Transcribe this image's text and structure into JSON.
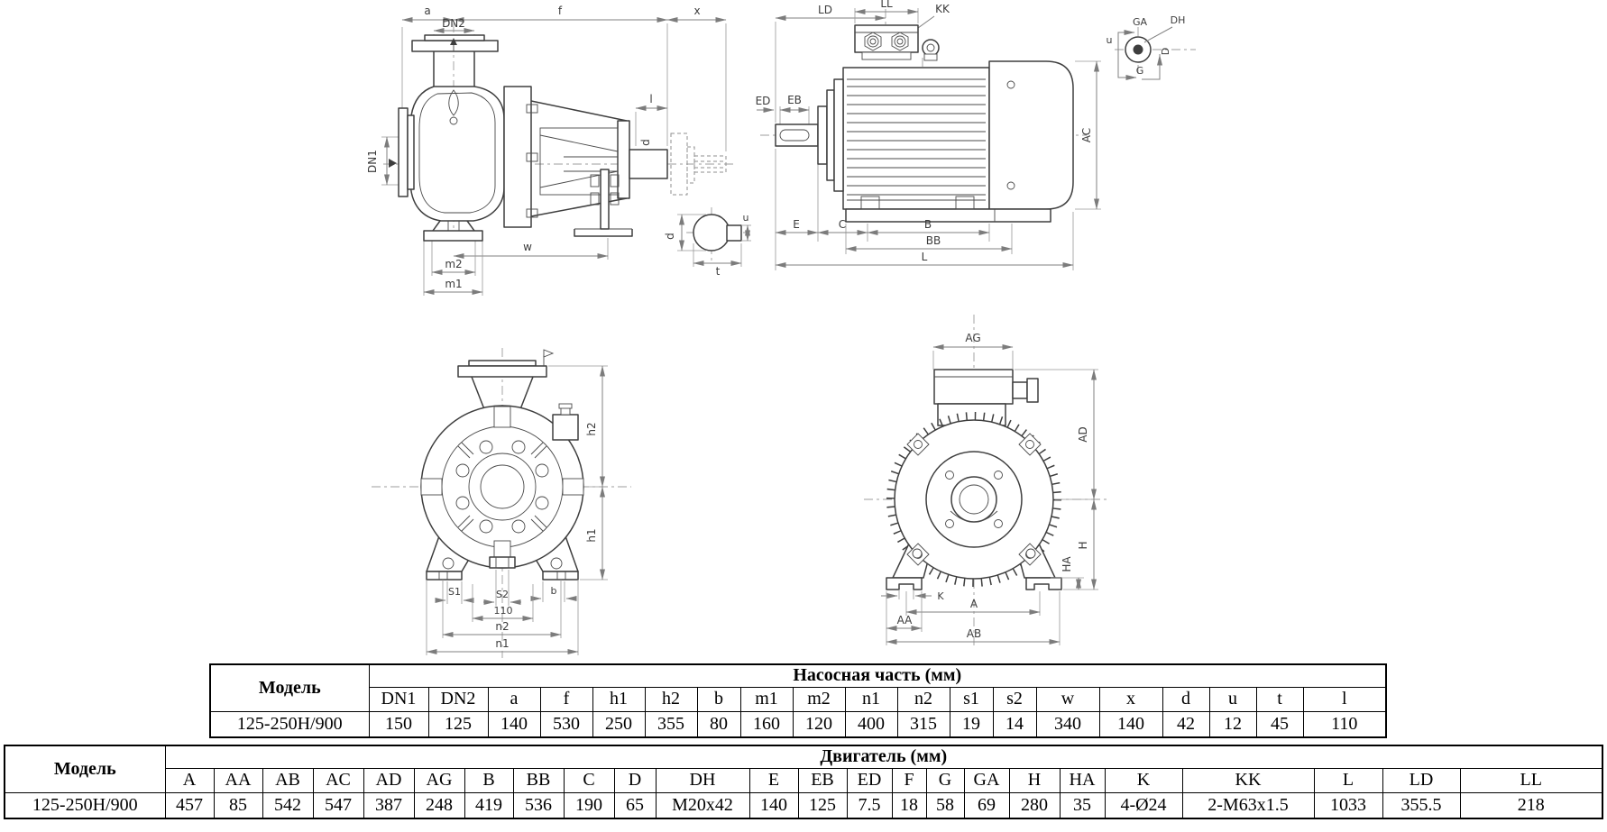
{
  "drawings": {
    "pump_side": {
      "a": "a",
      "dn2": "DN2",
      "f": "f",
      "x": "x",
      "l": "l",
      "d": "d",
      "dn1": "DN1",
      "w": "w",
      "m2": "m2",
      "m1": "m1"
    },
    "shaft_section": {
      "d": "d",
      "u": "u",
      "t": "t"
    },
    "motor_side": {
      "ld": "LD",
      "ll": "LL",
      "kk": "KK",
      "ed": "ED",
      "eb": "EB",
      "e": "E",
      "c": "C",
      "b": "B",
      "bb": "BB",
      "l": "L",
      "ac": "AC"
    },
    "shaft_end": {
      "ga": "GA",
      "dh": "DH",
      "u": "u",
      "g": "G",
      "d": "D"
    },
    "pump_front": {
      "h2": "h2",
      "h1": "h1",
      "s1": "S1",
      "s2": "S2",
      "dim110": "110",
      "b": "b",
      "n2": "n2",
      "n1": "n1"
    },
    "motor_front": {
      "ag": "AG",
      "ad": "AD",
      "h": "H",
      "ha": "HA",
      "k": "K",
      "aa": "AA",
      "a": "A",
      "ab": "AB"
    }
  },
  "pump_table": {
    "model_header": "Модель",
    "group_header": "Насосная часть (мм)",
    "columns": [
      "DN1",
      "DN2",
      "a",
      "f",
      "h1",
      "h2",
      "b",
      "m1",
      "m2",
      "n1",
      "n2",
      "s1",
      "s2",
      "w",
      "x",
      "d",
      "u",
      "t",
      "l"
    ],
    "rows": [
      {
        "model": "125-250Н/900",
        "values": [
          "150",
          "125",
          "140",
          "530",
          "250",
          "355",
          "80",
          "160",
          "120",
          "400",
          "315",
          "19",
          "14",
          "340",
          "140",
          "42",
          "12",
          "45",
          "110"
        ]
      }
    ]
  },
  "motor_table": {
    "model_header": "Модель",
    "group_header": "Двигатель (мм)",
    "columns": [
      "A",
      "AA",
      "AB",
      "AC",
      "AD",
      "AG",
      "B",
      "BB",
      "C",
      "D",
      "DH",
      "E",
      "EB",
      "ED",
      "F",
      "G",
      "GA",
      "H",
      "HA",
      "K",
      "KK",
      "L",
      "LD",
      "LL"
    ],
    "rows": [
      {
        "model": "125-250Н/900",
        "values": [
          "457",
          "85",
          "542",
          "547",
          "387",
          "248",
          "419",
          "536",
          "190",
          "65",
          "M20x42",
          "140",
          "125",
          "7.5",
          "18",
          "58",
          "69",
          "280",
          "35",
          "4-Ø24",
          "2-M63x1.5",
          "1033",
          "355.5",
          "218"
        ]
      }
    ]
  }
}
